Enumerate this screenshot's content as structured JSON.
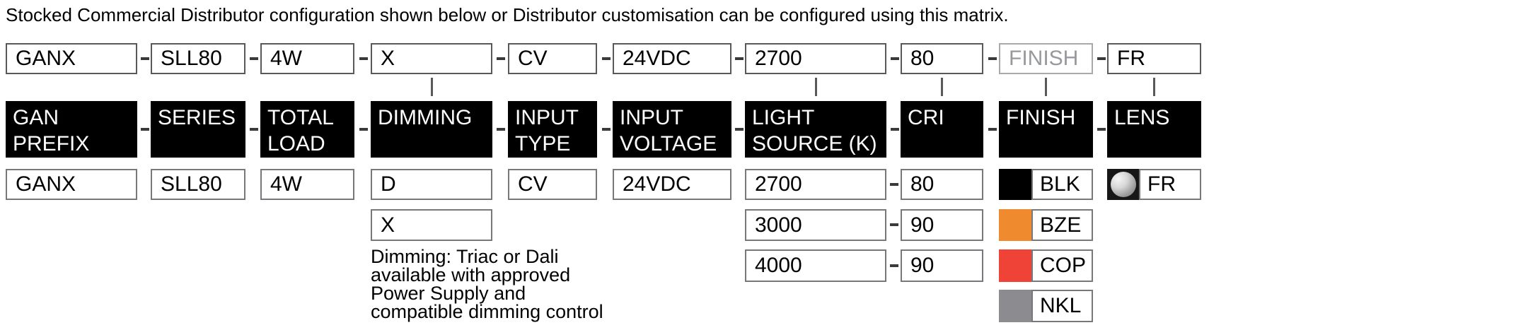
{
  "title": "Stocked Commercial Distributor configuration shown below or Distributor customisation can be configured using this matrix.",
  "columns": [
    {
      "code": "GANX",
      "header": "GAN\nPREFIX",
      "options": [
        "GANX"
      ]
    },
    {
      "code": "SLL80",
      "header": "SERIES",
      "options": [
        "SLL80"
      ]
    },
    {
      "code": "4W",
      "header": "TOTAL\nLOAD",
      "options": [
        "4W"
      ]
    },
    {
      "code": "X",
      "header": "DIMMING",
      "options": [
        "D",
        "X"
      ],
      "note": "Dimming: Triac or Dali\navailable with approved\nPower Supply and\ncompatible dimming control"
    },
    {
      "code": "CV",
      "header": "INPUT\nTYPE",
      "options": [
        "CV"
      ]
    },
    {
      "code": "24VDC",
      "header": "INPUT\nVOLTAGE",
      "options": [
        "24VDC"
      ]
    },
    {
      "code": "2700",
      "header": "LIGHT\nSOURCE (K)",
      "options": [
        "2700",
        "3000",
        "4000"
      ]
    },
    {
      "code": "80",
      "header": "CRI",
      "options": [
        "80",
        "90",
        "90"
      ]
    },
    {
      "code": "FINISH",
      "header": "FINISH",
      "options": [
        {
          "label": "BLK",
          "color": "#000000"
        },
        {
          "label": "BZE",
          "color": "#F08A2E"
        },
        {
          "label": "COP",
          "color": "#EF4338"
        },
        {
          "label": "NKL",
          "color": "#8C8C90"
        }
      ]
    },
    {
      "code": "FR",
      "header": "LENS",
      "options": [
        {
          "label": "FR",
          "icon": "frosted-lens-icon"
        }
      ]
    }
  ],
  "colors": {
    "header_bg": "#000000",
    "header_text": "#FFFFFF",
    "ghost_finish_text": "#97999C",
    "code_box_border": "#58595B",
    "option_box_border": "#77787B"
  }
}
